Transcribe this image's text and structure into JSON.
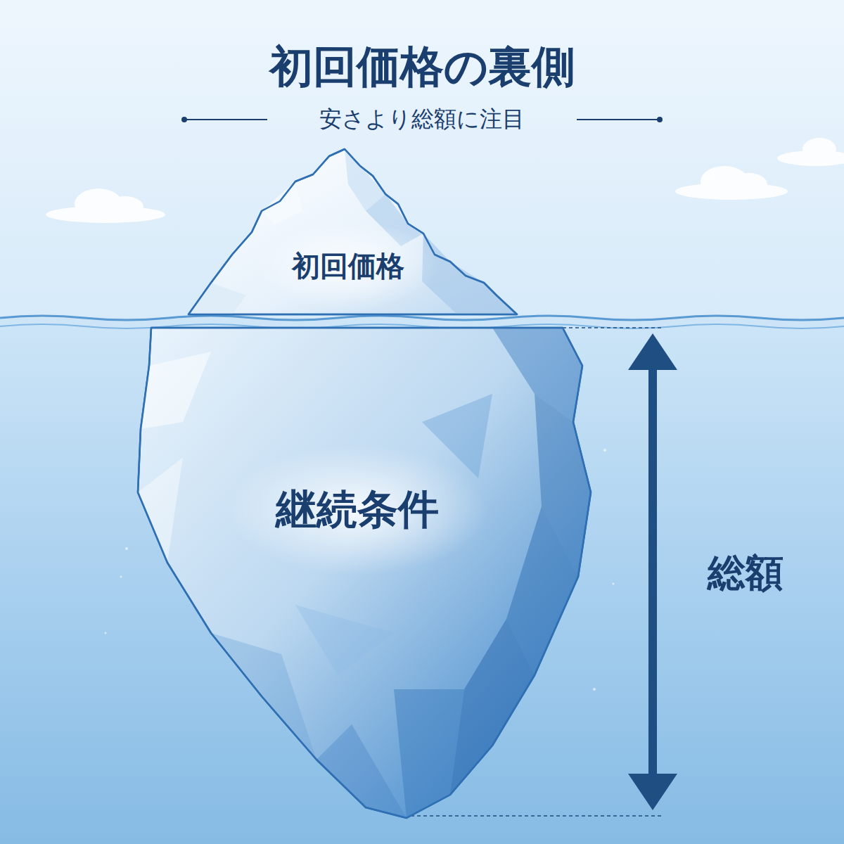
{
  "diagram": {
    "title": "初回価格の裏側",
    "nodes": [
      {
        "text": [
          "初回価格"
        ]
      },
      {
        "text": [
          "継続条件"
        ]
      }
    ],
    "labels": [
      "安さより総額に注目",
      "総額"
    ]
  }
}
